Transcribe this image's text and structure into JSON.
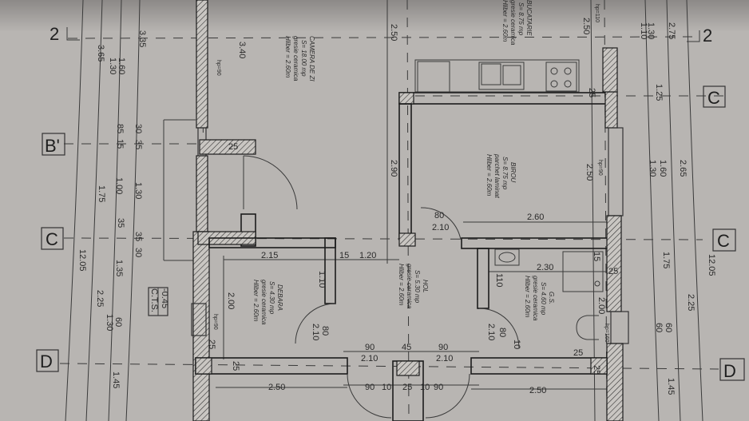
{
  "axes": {
    "top_left": "2",
    "top_right": "2",
    "b_prime": "B'",
    "c_left": "C",
    "d_left": "D",
    "c_right_top": "C",
    "c_right": "C",
    "d_right": "D"
  },
  "rooms": [
    {
      "name": "CAMERA DE ZI",
      "area": "S= 18.00 mp",
      "finish": "gresie ceramica",
      "height": "Hliber = 2.60m"
    },
    {
      "name": "BUCATARIE",
      "area": "S= 8.75 mp",
      "finish": "gresie ceramica",
      "height": "Hliber = 2.60m"
    },
    {
      "name": "BIROU",
      "area": "S= 8.75 mp",
      "finish": "parchet laminat",
      "height": "Hliber = 2.60m"
    },
    {
      "name": "DEBARA",
      "area": "S= 4.30 mp",
      "finish": "gresie ceramica",
      "height": "Hliber = 2.60m"
    },
    {
      "name": "HOL",
      "area": "S= 5.30 mp",
      "finish": "gresie ceramica",
      "height": "Hliber = 2.60m"
    },
    {
      "name": "G.S.",
      "area": "S= 4.60 mp",
      "finish": "gresie ceramica",
      "height": "Hliber = 2.60m"
    }
  ],
  "level_marker": {
    "value": "-0.45",
    "label": "C.T.S."
  },
  "window_heights": {
    "w1": "hp=90",
    "w2": "hp=110",
    "w3": "hp=90",
    "w4": "hp=90",
    "w5": "hp=160"
  },
  "dims_left": [
    "3.35",
    "3.65",
    "1.60",
    "1.30",
    "85",
    "15",
    "30",
    "35",
    "1.75",
    "1.00",
    "1.30",
    "35",
    "35",
    "30",
    "12.05",
    "1.35",
    "2.25",
    "1.30",
    "60",
    "1.45"
  ],
  "dims_right": [
    "2.50",
    "1.30",
    "1.10",
    "2.75",
    "1.25",
    "2.50",
    "1.60",
    "1.30",
    "2.65",
    "1.75",
    "12.05",
    "2.25",
    "60",
    "60",
    "1.45"
  ],
  "dims_inner": [
    "3.40",
    "2.50",
    "2.90",
    "25",
    "80",
    "2.10",
    "2.60",
    "2.15",
    "15",
    "1.20",
    "1.10",
    "2.00",
    "80",
    "2.10",
    "110",
    "2.30",
    "15",
    "25",
    "2.00",
    "80",
    "10",
    "2.10",
    "90",
    "45",
    "90",
    "2.10",
    "2.10",
    "25",
    "25",
    "25",
    "2.50",
    "90",
    "10",
    "25",
    "10",
    "90",
    "2.50",
    "25",
    "25"
  ]
}
